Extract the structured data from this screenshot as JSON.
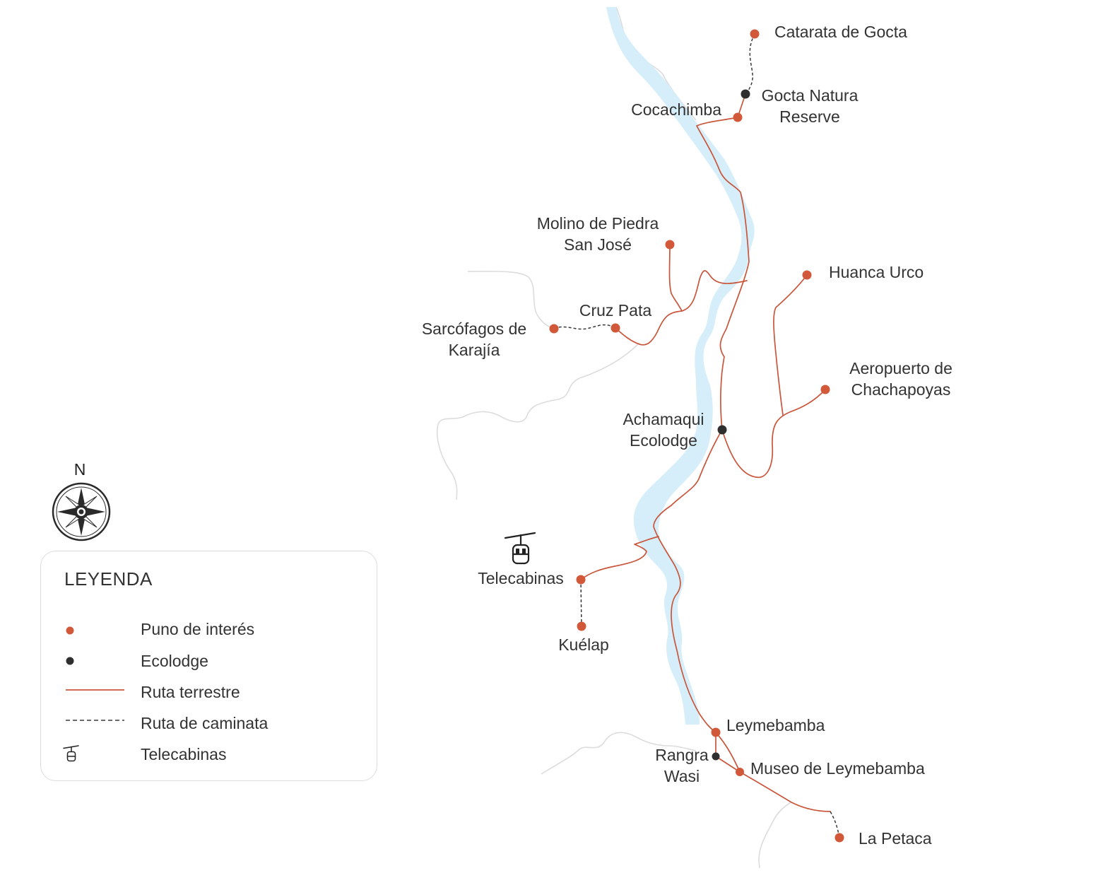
{
  "colors": {
    "river": "#d6eefa",
    "route": "#c9553a",
    "poi": "#d2583a",
    "ecolodge": "#2f2f2f",
    "trail": "#3a3a3a",
    "terrain": "#dcdcdc"
  },
  "compass": {
    "north_label": "N",
    "icon": "compass-rose-icon"
  },
  "legend": {
    "title": "LEYENDA",
    "items": [
      {
        "symbol": "poi-dot-icon",
        "label": "Puno de interés"
      },
      {
        "symbol": "ecolodge-dot-icon",
        "label": "Ecolodge"
      },
      {
        "symbol": "road-line-icon",
        "label": "Ruta terrestre"
      },
      {
        "symbol": "trail-dashed-line-icon",
        "label": "Ruta de caminata"
      },
      {
        "symbol": "cable-car-icon",
        "label": "Telecabinas"
      }
    ]
  },
  "places": {
    "gocta_falls": "Catarata de Gocta",
    "gocta_reserve_1": "Gocta Natura",
    "gocta_reserve_2": "Reserve",
    "cocachimba": "Cocachimba",
    "molino_1": "Molino de Piedra",
    "molino_2": "San José",
    "huanca_urco": "Huanca Urco",
    "cruz_pata": "Cruz Pata",
    "karajia_1": "Sarcófagos de",
    "karajia_2": "Karajía",
    "airport_1": "Aeropuerto de",
    "airport_2": "Chachapoyas",
    "achamaqui_1": "Achamaqui",
    "achamaqui_2": "Ecolodge",
    "telecabinas": "Telecabinas",
    "kuelap": "Kuélap",
    "leymebamba": "Leymebamba",
    "rangra_1": "Rangra",
    "rangra_2": "Wasi",
    "museo": "Museo de Leymebamba",
    "petaca": "La Petaca"
  }
}
